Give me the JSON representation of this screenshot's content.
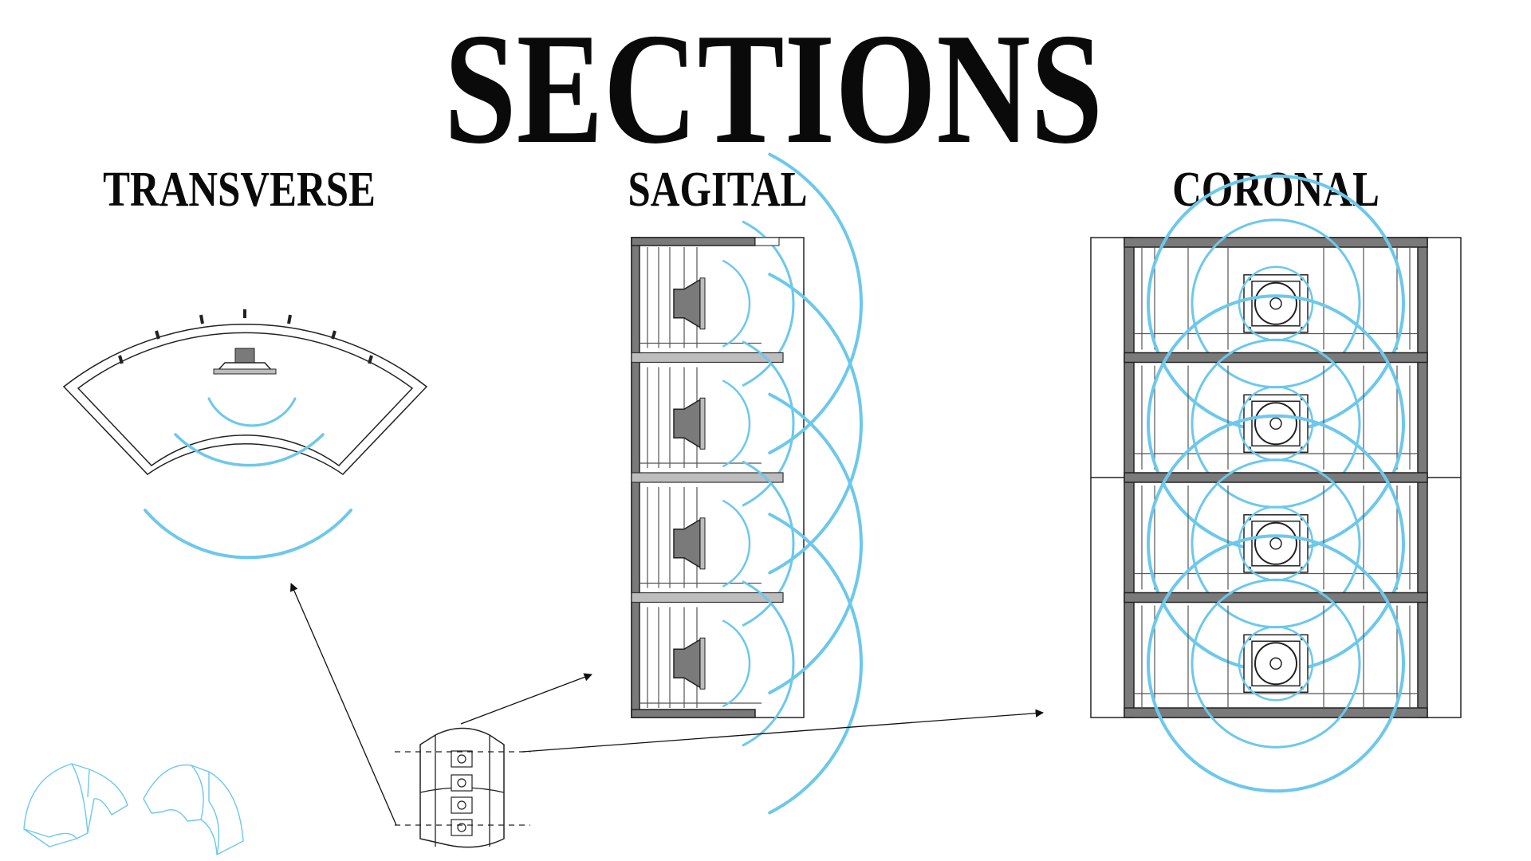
{
  "title": "SECTIONS",
  "sections": [
    {
      "label": "TRANSVERSE"
    },
    {
      "label": "SAGITAL"
    },
    {
      "label": "CORONAL"
    }
  ],
  "modules_per_stack": 4,
  "colors": {
    "ink": "#0a0a0a",
    "line": "#222222",
    "wall_fill": "#7a7a7a",
    "wave": "#6cc8ec",
    "background": "#ffffff"
  }
}
